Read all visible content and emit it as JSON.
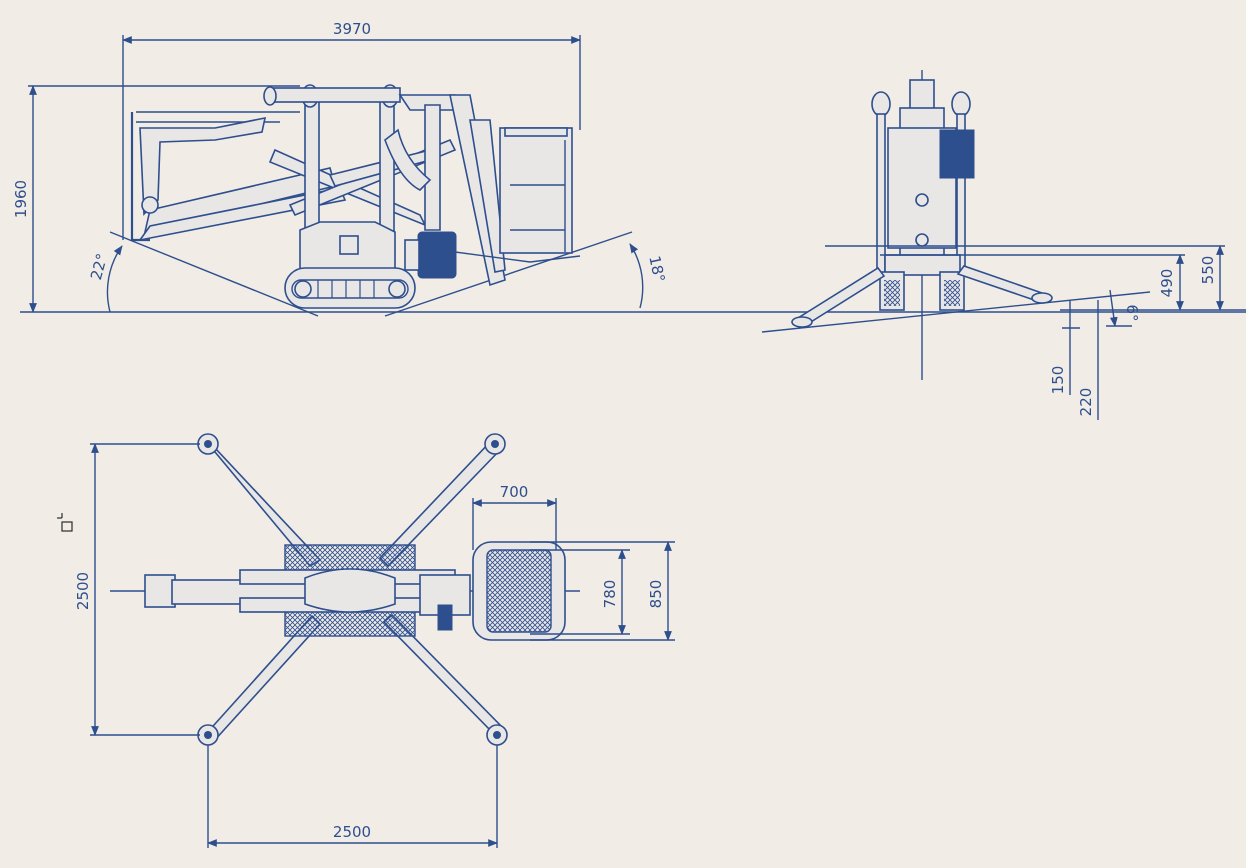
{
  "dimensions": {
    "side_length": "3970",
    "side_height": "1960",
    "side_angle_left": "22°",
    "side_angle_right": "18°",
    "front_height_490": "490",
    "front_height_550": "550",
    "front_angle": "6°",
    "front_clearance_150": "150",
    "front_clearance_220": "220",
    "top_basket_width": "700",
    "top_basket_depth_780": "780",
    "top_basket_depth_850": "850",
    "top_outrigger_span_vertical": "2500",
    "top_outrigger_span_horizontal": "2500"
  },
  "colors": {
    "ink": "#2e4f8e",
    "paper": "#f1ece5"
  }
}
